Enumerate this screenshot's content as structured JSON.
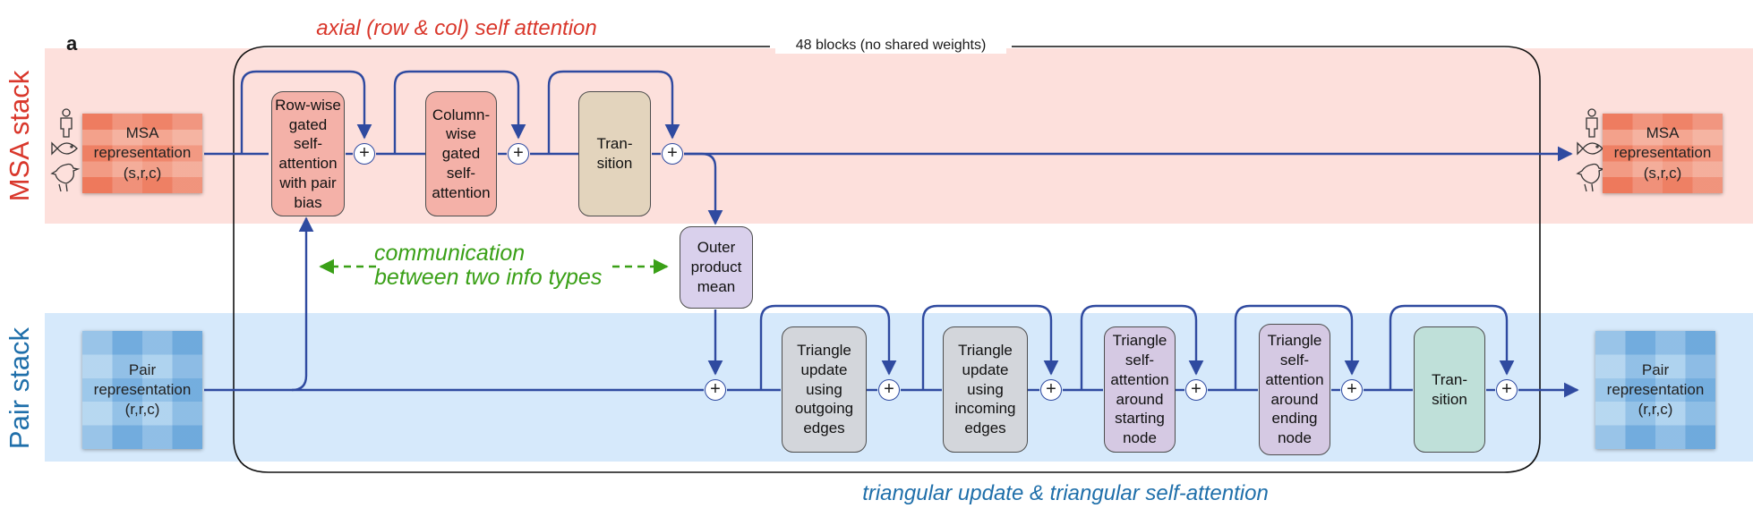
{
  "panel_letter": "a",
  "header": {
    "axial_caption": "axial (row & col) self attention",
    "blocks_caption": "48 blocks (no shared weights)",
    "triangular_caption": "triangular update & triangular self-attention",
    "communication_caption_line1": "communication",
    "communication_caption_line2": "between two info types"
  },
  "stacks": {
    "msa_label": "MSA stack",
    "pair_label": "Pair stack"
  },
  "representations": {
    "msa_in": "MSA\nrepresentation\n(s,r,c)",
    "msa_out": "MSA\nrepresentation\n(s,r,c)",
    "pair_in": "Pair\nrepresentation\n(r,r,c)",
    "pair_out": "Pair\nrepresentation\n(r,r,c)"
  },
  "msa_blocks": {
    "row_attention": "Row-wise\ngated\nself-\nattention\nwith pair\nbias",
    "col_attention": "Column-\nwise\ngated\nself-\nattention",
    "transition": "Tran-\nsition"
  },
  "outer_product": "Outer\nproduct\nmean",
  "pair_blocks": {
    "tri_out": "Triangle\nupdate\nusing\noutgoing\nedges",
    "tri_in": "Triangle\nupdate\nusing\nincoming\nedges",
    "tri_att_start": "Triangle\nself-\nattention\naround\nstarting\nnode",
    "tri_att_end": "Triangle\nself-\nattention\naround\nending\nnode",
    "transition": "Tran-\nsition"
  },
  "plus_symbol": "+",
  "colors": {
    "msa_band": "#fde0dc",
    "pair_band": "#d6e9fb",
    "arrow": "#2f4aa0",
    "red_text": "#d9372b",
    "blue_text": "#1f6faa",
    "green_text": "#3aa017",
    "row_attention_fill": "#f4b1a8",
    "col_attention_fill": "#f4b1a8",
    "msa_transition_fill": "#e3d4bd",
    "outer_product_fill": "#d9d0ec",
    "tri_update_fill": "#d3d6db",
    "tri_attention_fill": "#d5c9e3",
    "pair_transition_fill": "#bfe0d9"
  },
  "icons": [
    "human-icon",
    "fish-icon",
    "bird-icon"
  ]
}
